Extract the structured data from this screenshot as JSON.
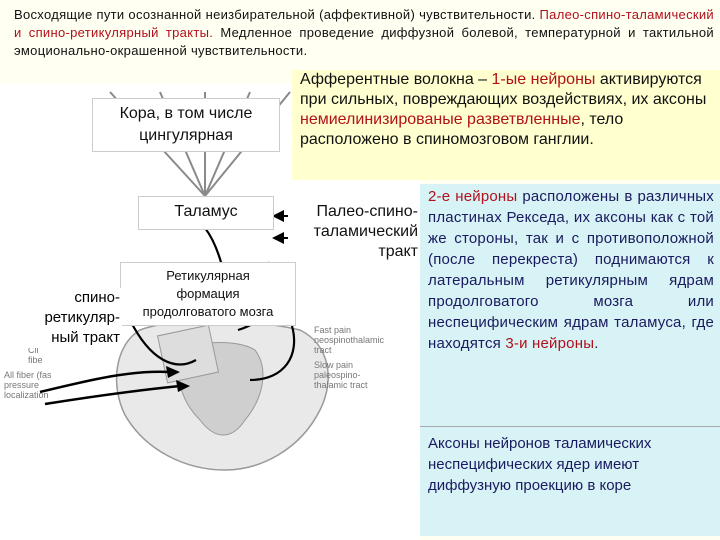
{
  "intro": {
    "line1": "Восходящие пути осознанной неизбирательной (аффективной) чувствительности.",
    "line2_red": "Палео-спино-таламический и спино-ретикулярный тракты.",
    "line2_rest": " Медленное проведение диффузной болевой, температурной и тактильной эмоционально-окрашенной чувствительности."
  },
  "diagram": {
    "cortex": [
      "Кора, в том числе",
      "цингулярная"
    ],
    "thalamus": "Таламус",
    "reticular": [
      "Ретикулярная",
      "формация",
      "продолговатого мозга"
    ],
    "spinoreticular": [
      "спино-",
      "ретикуляр-",
      "ный тракт"
    ],
    "paleo": [
      "Палео-спино-",
      "таламический",
      "тракт"
    ],
    "small_labels": {
      "fast1": "Fast pain",
      "fast2": "neospinothalamic",
      "fast3": "tract",
      "slow1": "Slow pain",
      "slow2": "paleospino-",
      "slow3": "thalamic tract",
      "left1": "Cli",
      "left2": "fibe",
      "left3": "All fiber (fas",
      "left4": "pressure",
      "left5": "localization"
    }
  },
  "afferent": {
    "part1": "Афферентные волокна – ",
    "part1_red": "1-ые нейроны",
    "part2": " активируются при сильных, повреждающих воздействиях, ",
    "part2b": "их аксоны",
    "part3_red": " немиелинизированые разветвленные",
    "part4": ", тело расположено в спиномозговом ганглии."
  },
  "second": {
    "part1_red": "2-е нейроны",
    "part2": " расположены в различных пластинах Рекседа, их аксоны как с той же стороны, так и с противоположной (после перекреста) поднимаются к латеральным ретикулярным ядрам продолговатого мозга или неспецифическим ядрам таламуса, где находятся ",
    "part3_red": "3-и нейроны",
    "part4": "."
  },
  "third": {
    "text": "Аксоны нейронов таламических неспецифических ядер имеют диффузную проекцию в коре"
  }
}
